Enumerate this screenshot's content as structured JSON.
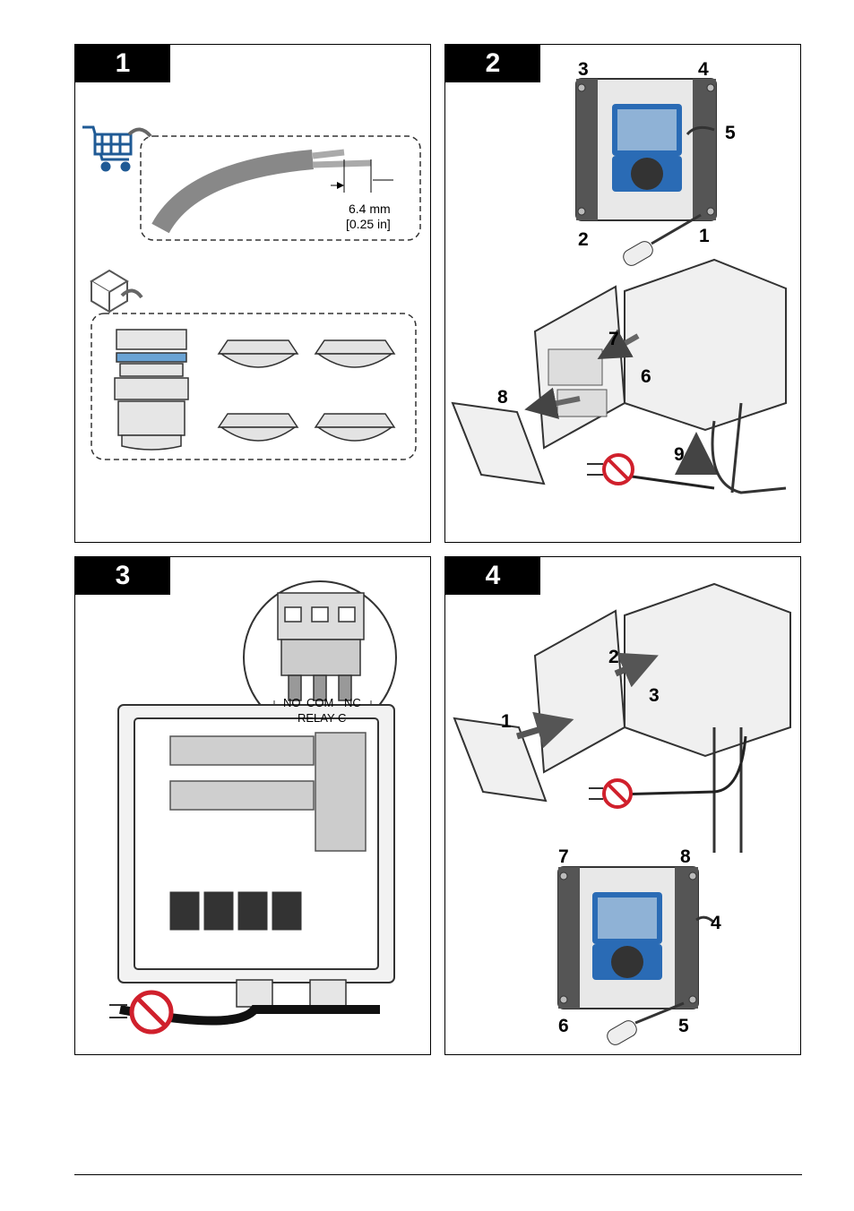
{
  "panels": [
    {
      "step": "1"
    },
    {
      "step": "2"
    },
    {
      "step": "3"
    },
    {
      "step": "4"
    }
  ],
  "panel1": {
    "strip_length": "6.4 mm",
    "strip_length_in": "[0.25 in]"
  },
  "panel2": {
    "callouts": [
      "3",
      "4",
      "5",
      "2",
      "1",
      "7",
      "6",
      "8",
      "9"
    ]
  },
  "panel3": {
    "terminal_labels": [
      "NO",
      "COM",
      "NC"
    ],
    "relay_label": "RELAY C"
  },
  "panel4": {
    "callouts": [
      "2",
      "3",
      "1",
      "7",
      "8",
      "4",
      "6",
      "5"
    ]
  },
  "colors": {
    "badge": "#000000",
    "cart_icon": "#1f5a95",
    "no_power": "#d0202c",
    "keypad": "#2a6bb5",
    "screen": "#8fb2d6"
  },
  "icons": [
    "shopping-cart-icon",
    "open-box-icon",
    "no-power-plug-icon",
    "screwdriver-icon"
  ]
}
